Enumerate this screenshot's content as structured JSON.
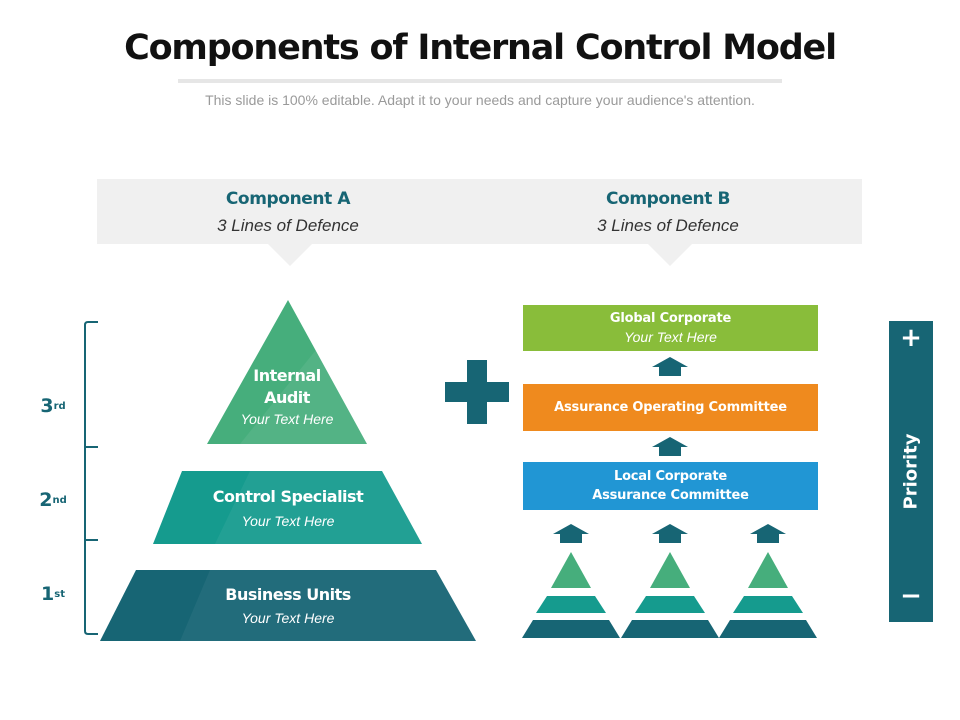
{
  "header": {
    "title": "Components of Internal Control Model",
    "subtitle": "This slide is 100% editable. Adapt it to your needs and capture your audience's attention."
  },
  "components": [
    {
      "title": "Component A",
      "subtitle": "3 Lines of Defence"
    },
    {
      "title": "Component B",
      "subtitle": "3 Lines of Defence"
    }
  ],
  "ranks": [
    {
      "num": "3",
      "suffix": "rd"
    },
    {
      "num": "2",
      "suffix": "nd"
    },
    {
      "num": "1",
      "suffix": "st"
    }
  ],
  "pyramid": {
    "top": {
      "title_line1": "Internal",
      "title_line2": "Audit",
      "text": "Your Text Here"
    },
    "middle": {
      "title": "Control Specialist",
      "text": "Your Text Here"
    },
    "bottom": {
      "title": "Business Units",
      "text": "Your Text Here"
    }
  },
  "stack": {
    "top": {
      "title": "Global Corporate",
      "text": "Your Text Here"
    },
    "middle": {
      "title": "Assurance Operating Committee"
    },
    "bottom": {
      "title_line1": "Local Corporate",
      "title_line2": "Assurance Committee"
    }
  },
  "priority": {
    "label": "Priority",
    "plus": "+",
    "minus": "−"
  },
  "colors": {
    "teal_dark": "#176574",
    "teal": "#159b8e",
    "green": "#46ae7c",
    "lime": "#89bd3a",
    "orange": "#ef8a1e",
    "blue": "#2196d4"
  }
}
